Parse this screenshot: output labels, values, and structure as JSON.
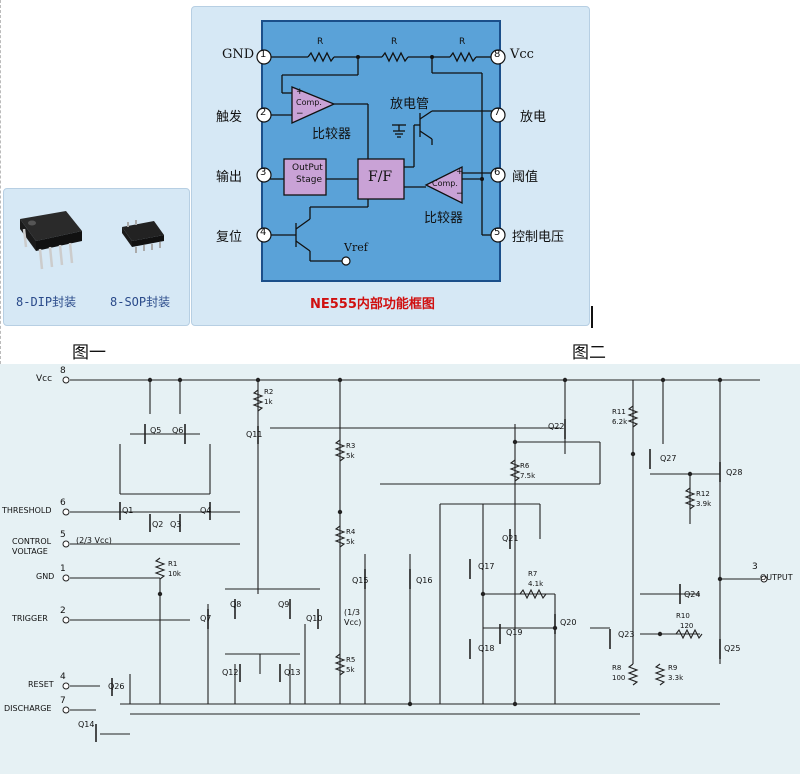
{
  "figures": {
    "fig1_label": "图一",
    "fig2_label": "图二"
  },
  "packages": {
    "dip_caption": "8-DIP封装",
    "sop_caption": "8-SOP封装"
  },
  "block": {
    "caption": "NE555内部功能框图",
    "pins_left": [
      {
        "num": "1",
        "name": "GND"
      },
      {
        "num": "2",
        "name": "触发"
      },
      {
        "num": "3",
        "name": "输出"
      },
      {
        "num": "4",
        "name": "复位"
      }
    ],
    "pins_right": [
      {
        "num": "8",
        "name": "Vcc"
      },
      {
        "num": "7",
        "name": "放电"
      },
      {
        "num": "6",
        "name": "阈值"
      },
      {
        "num": "5",
        "name": "控制电压"
      }
    ],
    "resistor_label": "R",
    "comp_label": "Comp.",
    "comparator_text": "比较器",
    "discharge_text": "放电管",
    "output_stage": [
      "OutPut",
      "Stage"
    ],
    "ff_label": "F/F",
    "vref_label": "Vref",
    "plus": "+",
    "minus": "−"
  },
  "schematic": {
    "pins": [
      {
        "num": "8",
        "name": "Vcc"
      },
      {
        "num": "6",
        "name": "THRESHOLD"
      },
      {
        "num": "5",
        "name": "CONTROL"
      },
      {
        "name": "VOLTAGE"
      },
      {
        "num": "1",
        "name": "GND"
      },
      {
        "num": "2",
        "name": "TRIGGER"
      },
      {
        "num": "4",
        "name": "RESET"
      },
      {
        "num": "7",
        "name": "DISCHARGE"
      },
      {
        "num": "3",
        "name": "OUTPUT"
      }
    ],
    "cv_note": "(2/3 Vcc)",
    "trig_note": [
      "(1/3",
      "Vcc)"
    ],
    "transistors": [
      "Q5",
      "Q6",
      "Q1",
      "Q2",
      "Q3",
      "Q4",
      "Q11",
      "Q7",
      "Q8",
      "Q9",
      "Q10",
      "Q12",
      "Q13",
      "Q26",
      "Q14",
      "Q15",
      "Q16",
      "Q17",
      "Q18",
      "Q19",
      "Q20",
      "Q21",
      "Q22",
      "Q23",
      "Q24",
      "Q25",
      "Q27",
      "Q28"
    ],
    "resistors": [
      {
        "name": "R2",
        "value": "1k"
      },
      {
        "name": "R3",
        "value": "5k"
      },
      {
        "name": "R4",
        "value": "5k"
      },
      {
        "name": "R5",
        "value": "5k"
      },
      {
        "name": "R1",
        "value": "10k"
      },
      {
        "name": "R6",
        "value": "7.5k"
      },
      {
        "name": "R7",
        "value": "4.1k"
      },
      {
        "name": "R11",
        "value": "6.2k"
      },
      {
        "name": "R12",
        "value": "3.9k"
      },
      {
        "name": "R10",
        "value": "120"
      },
      {
        "name": "R8",
        "value": "100"
      },
      {
        "name": "R9",
        "value": "3.3k"
      }
    ]
  }
}
